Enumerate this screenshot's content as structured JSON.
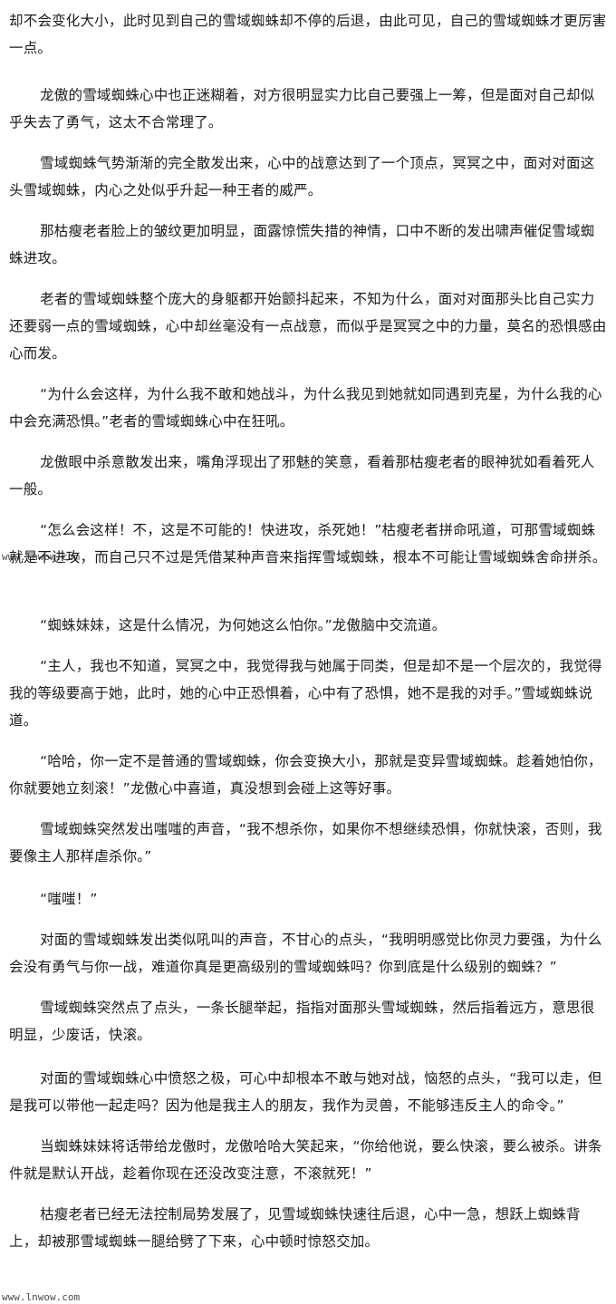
{
  "watermark": "www.lnwow.com",
  "paragraphs": [
    "却不会变化大小，此时见到自己的雪域蜘蛛却不停的后退，由此可见，自己的雪域蜘蛛才更厉害一点。",
    "龙傲的雪域蜘蛛心中也正迷糊着，对方很明显实力比自己要强上一筹，但是面对自己却似乎失去了勇气，这太不合常理了。",
    "雪域蜘蛛气势渐渐的完全散发出来，心中的战意达到了一个顶点，冥冥之中，面对对面这头雪域蜘蛛，内心之处似乎升起一种王者的威严。",
    "那枯瘦老者脸上的皱纹更加明显，面露惊慌失措的神情，口中不断的发出啸声催促雪域蜘蛛进攻。",
    "老者的雪域蜘蛛整个庞大的身躯都开始颤抖起来，不知为什么，面对对面那头比自己实力还要弱一点的雪域蜘蛛，心中却丝毫没有一点战意，而似乎是冥冥之中的力量，莫名的恐惧感由心而发。",
    "“为什么会这样，为什么我不敢和她战斗，为什么我见到她就如同遇到克星，为什么我的心中会充满恐惧。”老者的雪域蜘蛛心中在狂吼。",
    "龙傲眼中杀意散发出来，嘴角浮现出了邪魅的笑意，看着那枯瘦老者的眼神犹如看着死人一般。",
    "“怎么会这样！不，这是不可能的！快进攻，杀死她！”枯瘦老者拼命吼道，可那雪域蜘蛛就是不进攻，而自己只不过是凭借某种声音来指挥雪域蜘蛛，根本不可能让雪域蜘蛛舍命拼杀。",
    "“蜘蛛妹妹，这是什么情况，为何她这么怕你。”龙傲脑中交流道。",
    "“主人，我也不知道，冥冥之中，我觉得我与她属于同类，但是却不是一个层次的，我觉得我的等级要高于她，此时，她的心中正恐惧着，心中有了恐惧，她不是我的对手。”雪域蜘蛛说道。",
    "“哈哈，你一定不是普通的雪域蜘蛛，你会变换大小，那就是变异雪域蜘蛛。趁着她怕你，你就要她立刻滚！”龙傲心中喜道，真没想到会碰上这等好事。",
    "雪域蜘蛛突然发出嗤嗤的声音，“我不想杀你，如果你不想继续恐惧，你就快滚，否则，我要像主人那样虐杀你。”",
    "“嗤嗤！”",
    "对面的雪域蜘蛛发出类似吼叫的声音，不甘心的点头，“我明明感觉比你灵力要强，为什么会没有勇气与你一战，难道你真是更高级别的雪域蜘蛛吗？你到底是什么级别的蜘蛛？”",
    "雪域蜘蛛突然点了点头，一条长腿举起，指指对面那头雪域蜘蛛，然后指着远方，意思很明显，少废话，快滚。",
    "对面的雪域蜘蛛心中愤怒之极，可心中却根本不敢与她对战，恼怒的点头，“我可以走，但是我可以带他一起走吗？因为他是我主人的朋友，我作为灵兽，不能够违反主人的命令。”",
    "当蜘蛛妹妹将话带给龙傲时，龙傲哈哈大笑起来，“你给他说，要么快滚，要么被杀。讲条件就是默认开战，趁着你现在还没改变注意，不滚就死！”",
    "枯瘦老者已经无法控制局势发展了，见雪域蜘蛛快速往后退，心中一急，想跃上蜘蛛背上，却被那雪域蜘蛛一腿给劈了下来，心中顿时惊怒交加。"
  ]
}
